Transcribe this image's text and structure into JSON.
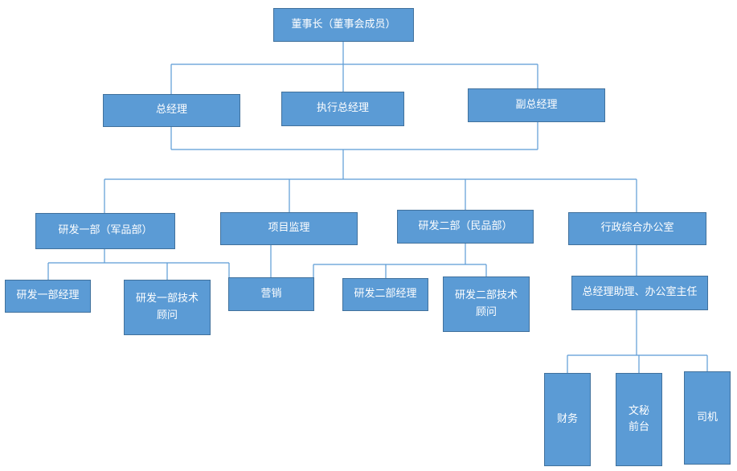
{
  "nodes": {
    "chairman": "董事长（董事会成员）",
    "gm": "总经理",
    "exec_gm": "执行总经理",
    "deputy_gm": "副总经理",
    "rd1": "研发一部（军品部）",
    "project_supervisor": "项目监理",
    "rd2": "研发二部（民品部）",
    "admin_office": "行政综合办公室",
    "rd1_manager": "研发一部经理",
    "rd1_advisor_line1": "研发一部技术",
    "rd1_advisor_line2": "顾问",
    "marketing": "营销",
    "rd2_manager": "研发二部经理",
    "rd2_advisor_line1": "研发二部技术",
    "rd2_advisor_line2": "顾问",
    "gm_assistant": "总经理助理、办公室主任",
    "finance": "财务",
    "secretary_line1": "文秘",
    "secretary_line2": "前台",
    "driver": "司机"
  },
  "colors": {
    "box_fill": "#5B9BD5",
    "box_border": "#41719C",
    "connector": "#5B9BD5"
  }
}
